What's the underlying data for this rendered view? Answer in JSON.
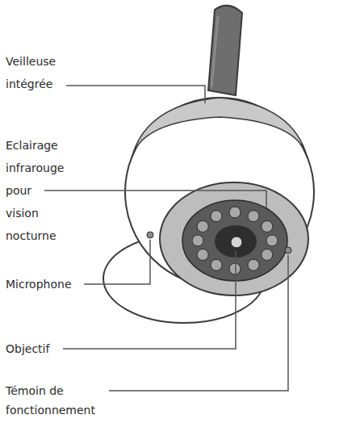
{
  "diagram": {
    "labels": [
      "Veilleuse intégrée",
      "Eclairage infrarouge pour vision nocturne",
      "Microphone",
      "Objectif",
      "Témoin de fonctionnement"
    ]
  }
}
